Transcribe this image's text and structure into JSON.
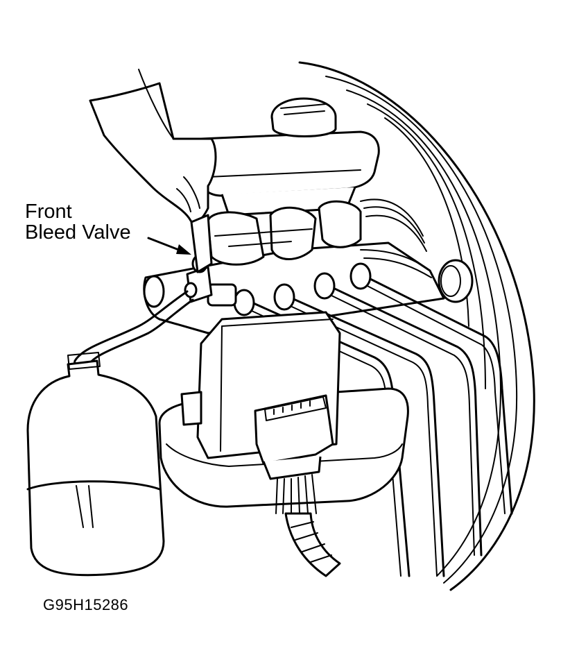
{
  "callout": {
    "line1": "Front",
    "line2": "Bleed Valve"
  },
  "figure_id": "G95H15286",
  "colors": {
    "ink": "#000000",
    "background": "#ffffff"
  }
}
